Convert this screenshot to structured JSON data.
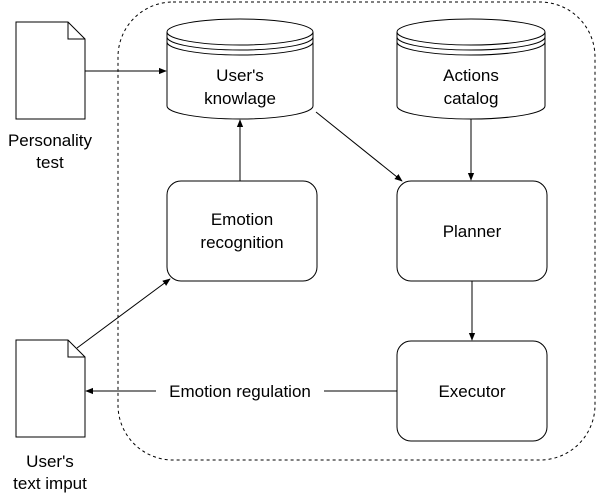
{
  "nodes": {
    "personality_test": {
      "lines": [
        "Personality",
        "test"
      ]
    },
    "users_text_input": {
      "lines": [
        "User's",
        "text imput"
      ]
    },
    "users_knowledge": {
      "lines": [
        "User's",
        "knowlage"
      ]
    },
    "actions_catalog": {
      "lines": [
        "Actions",
        "catalog"
      ]
    },
    "emotion_recognition": {
      "lines": [
        "Emotion",
        "recognition"
      ]
    },
    "planner": {
      "lines": [
        "Planner"
      ]
    },
    "executor": {
      "lines": [
        "Executor"
      ]
    }
  },
  "edges": {
    "emotion_regulation": {
      "label": "Emotion regulation"
    }
  },
  "colors": {
    "stroke": "#000000",
    "fill": "#ffffff"
  }
}
